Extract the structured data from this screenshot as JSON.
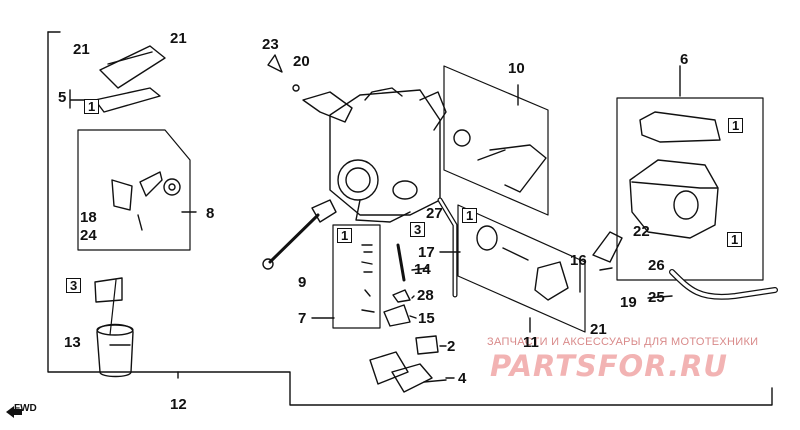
{
  "watermark": {
    "title": "ЗАПЧАСТИ И АКСЕССУАРЫ ДЛЯ МОТОТЕХНИКИ",
    "brand": "PARTSFOR.RU"
  },
  "orientation": {
    "label": "FWD"
  },
  "callouts": {
    "c1": "1",
    "c2": "1",
    "c3": "1",
    "c4": "1",
    "c5": "1",
    "c6": "2",
    "c7": "3",
    "c8": "3",
    "c9": "4",
    "c10": "5",
    "c11": "6",
    "c12": "7",
    "c13": "8",
    "c14": "9",
    "c15": "10",
    "c16": "11",
    "c17": "12",
    "c18": "13",
    "c19": "14",
    "c20": "15",
    "c21": "16",
    "c22": "17",
    "c23": "18",
    "c24": "19",
    "c25": "20",
    "c26": "21",
    "c27": "21",
    "c28": "21",
    "c29": "22",
    "c30": "23",
    "c31": "24",
    "c32": "25",
    "c33": "26",
    "c34": "27",
    "c35": "28"
  }
}
